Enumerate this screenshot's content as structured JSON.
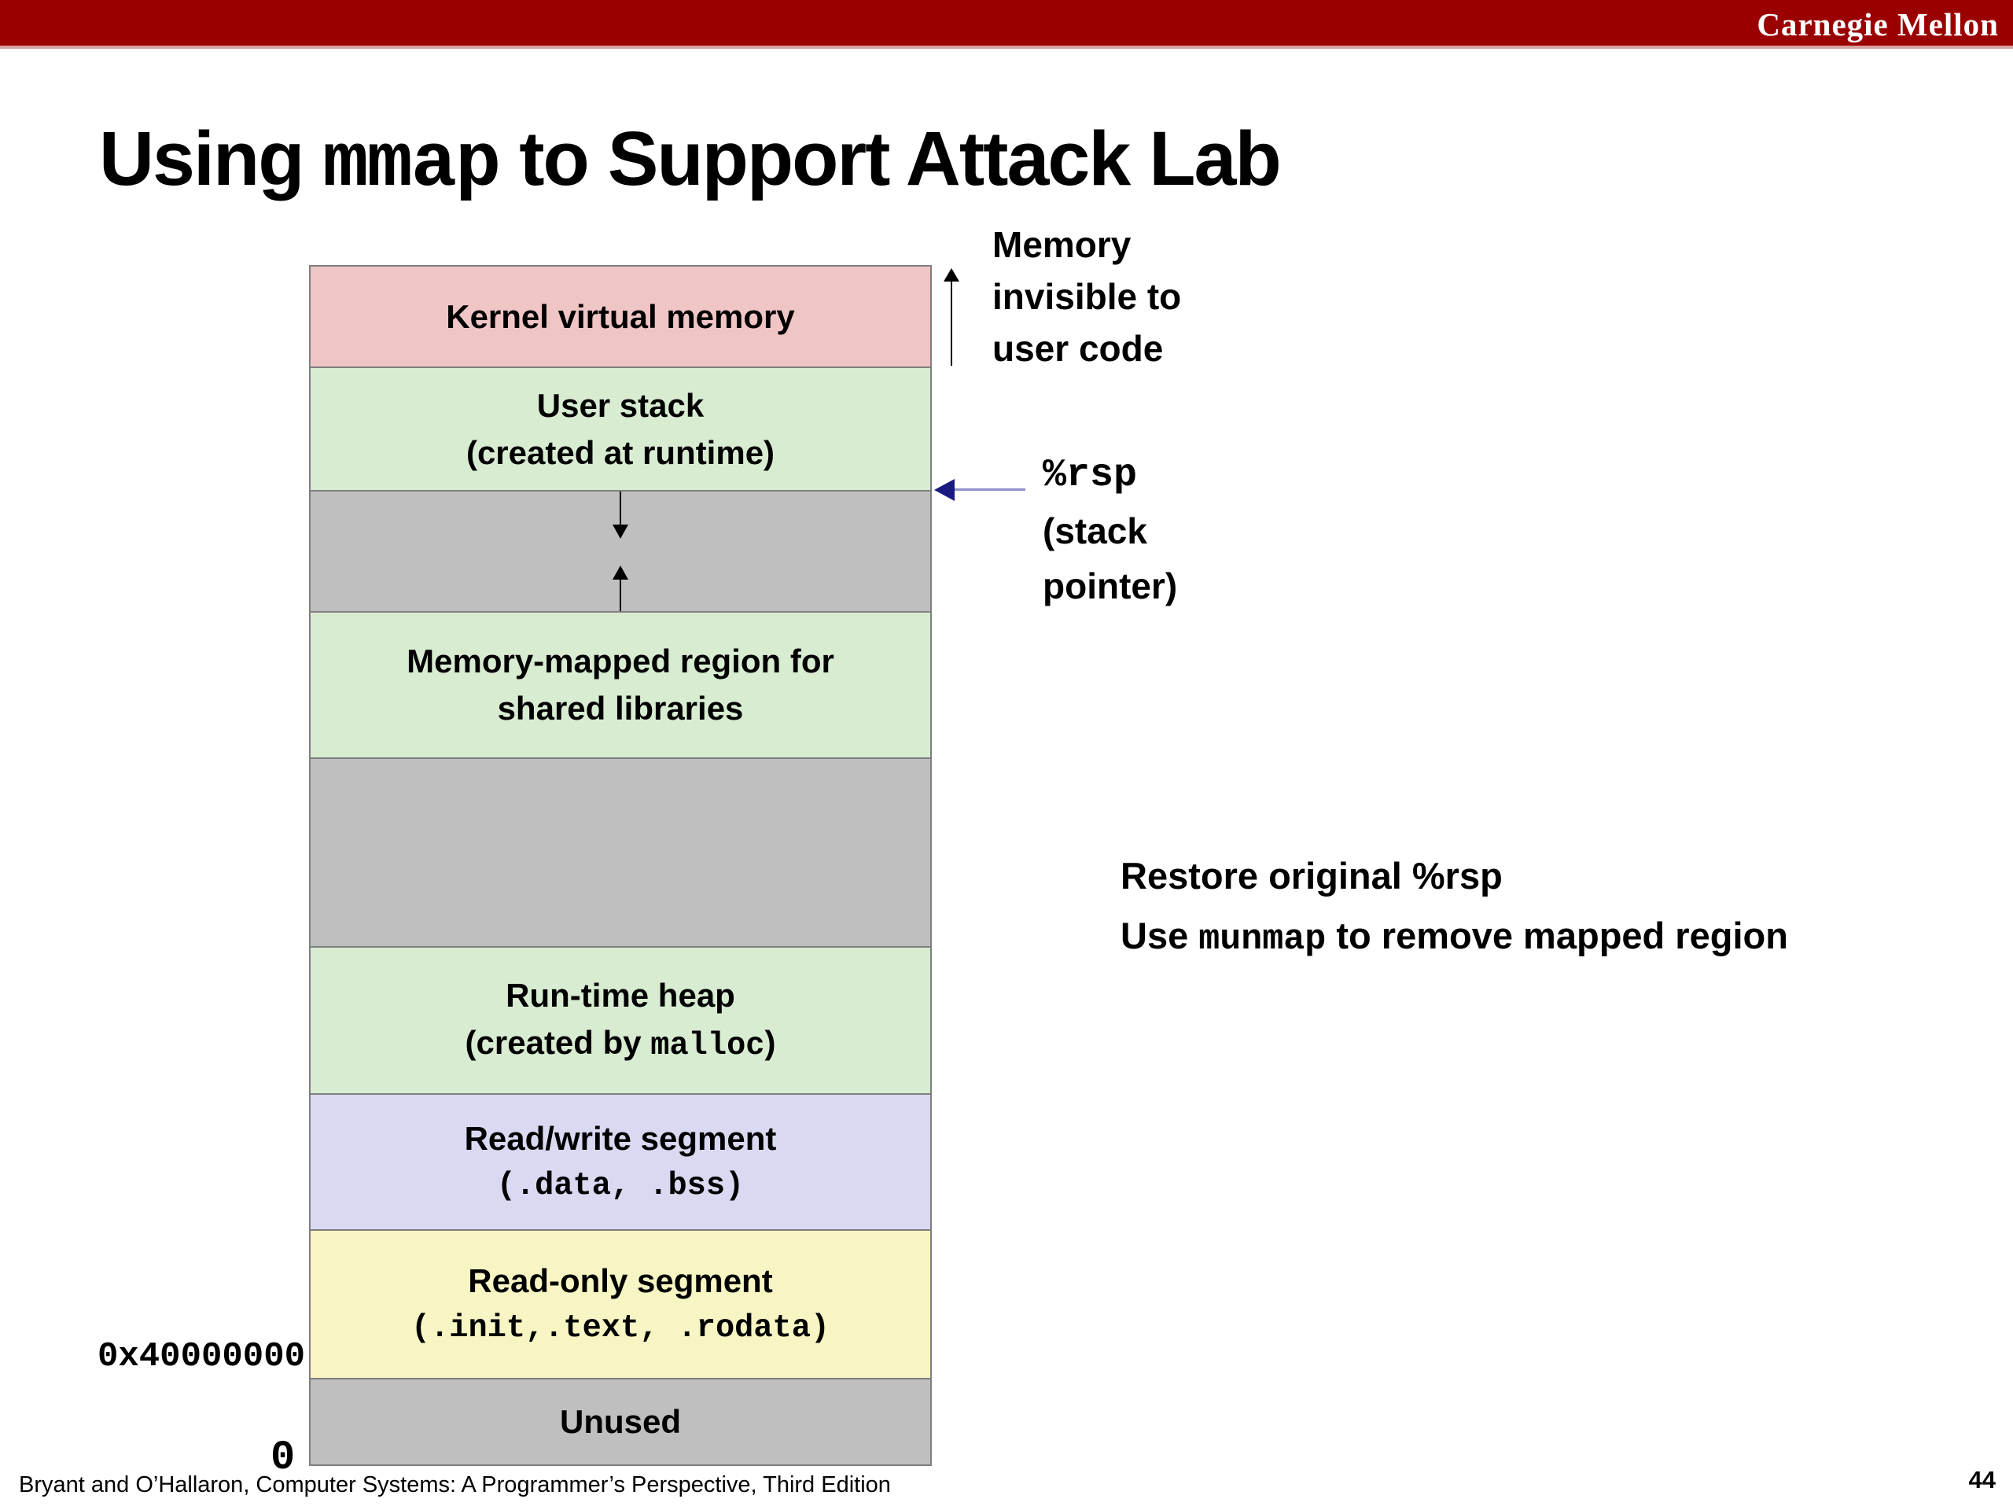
{
  "header": {
    "brand": "Carnegie Mellon"
  },
  "title": {
    "pre": "Using ",
    "code": "mmap",
    "post": " to Support Attack Lab"
  },
  "colors": {
    "bar": "#9b0000",
    "pink": "#f0c5c5",
    "green": "#d8ecd2",
    "gray": "#bfbfbf",
    "lavender": "#d9d9f2",
    "yellow": "#f6f5c3",
    "arrow_shaft": "#8f8fd0",
    "arrow_head": "#1a1a80"
  },
  "diagram": {
    "rows": [
      {
        "name": "kernel-virtual-memory",
        "color_key": "pink",
        "line1": "Kernel virtual memory"
      },
      {
        "name": "user-stack",
        "color_key": "green",
        "line1": "User stack",
        "line2": "(created at runtime)"
      },
      {
        "name": "stack-growth-gap",
        "color_key": "gray"
      },
      {
        "name": "memory-mapped-region",
        "color_key": "green",
        "line1": "Memory-mapped region for",
        "line2": "shared libraries"
      },
      {
        "name": "unallocated-gap",
        "color_key": "gray"
      },
      {
        "name": "runtime-heap",
        "color_key": "green",
        "line1": "Run-time heap",
        "line2_pre": "(created by ",
        "line2_code": "malloc",
        "line2_post": ")"
      },
      {
        "name": "read-write-segment",
        "color_key": "lavender",
        "line1": "Read/write segment",
        "line2_code": "(.data, .bss)"
      },
      {
        "name": "read-only-segment",
        "color_key": "yellow",
        "line1": "Read-only segment",
        "line2_code": "(.init,.text, .rodata)"
      },
      {
        "name": "unused",
        "color_key": "gray",
        "line1": "Unused"
      }
    ],
    "address_label": "0x40000000",
    "zero_label": "0",
    "icons": {
      "memory_invisible_extent": "up-arrow",
      "stack_growth": "down-arrow",
      "mmap_growth": "up-arrow",
      "stack_pointer": "left-arrow"
    }
  },
  "annotations": {
    "memory_invisible": {
      "lines": [
        "Memory",
        "invisible to",
        "user code"
      ]
    },
    "stack_pointer": {
      "register": "%rsp",
      "line2": "(stack",
      "line3": "pointer)"
    },
    "restore": {
      "line1": "Restore original %rsp",
      "line2_pre": "Use ",
      "line2_code": "munmap",
      "line2_post": " to remove mapped region"
    }
  },
  "footer": {
    "citation": "Bryant and O’Hallaron, Computer Systems: A Programmer’s Perspective, Third Edition",
    "page": "44"
  }
}
